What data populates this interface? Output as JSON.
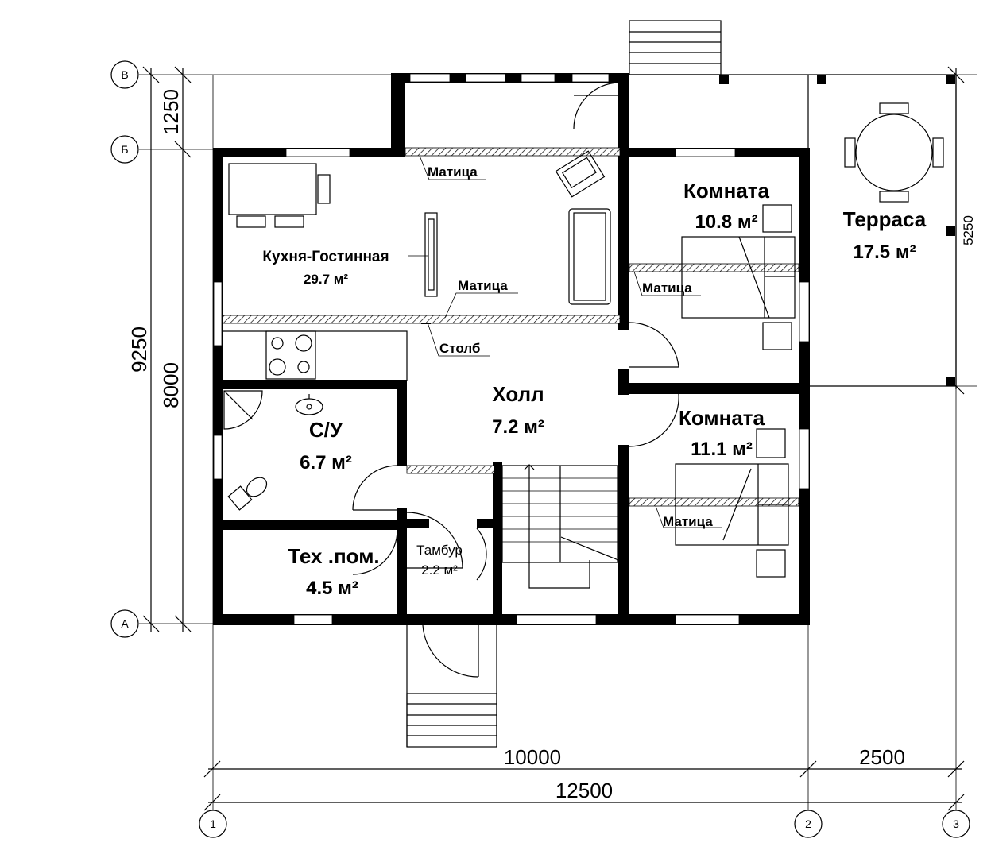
{
  "rooms": {
    "kitchen": {
      "name": "Кухня-Гостинная",
      "area": "29.7 м²"
    },
    "room1": {
      "name": "Комната",
      "area": "10.8 м²"
    },
    "terrace": {
      "name": "Терраса",
      "area": "17.5 м²"
    },
    "hall": {
      "name": "Холл",
      "area": "7.2 м²"
    },
    "room2": {
      "name": "Комната",
      "area": "11.1 м²"
    },
    "bathroom": {
      "name": "С/У",
      "area": "6.7 м²"
    },
    "tech": {
      "name": "Тех .пом.",
      "area": "4.5 м²"
    },
    "vestibule": {
      "name": "Тамбур",
      "area": "2.2 м²"
    }
  },
  "labels": {
    "beam": "Матица",
    "column": "Столб"
  },
  "dimensions": {
    "bottom_inner": "10000",
    "bottom_terrace": "2500",
    "bottom_total": "12500",
    "left_top": "1250",
    "left_total": "9250",
    "left_main": "8000",
    "right_terrace": "5250"
  },
  "axes": {
    "rows": [
      "В",
      "Б",
      "А"
    ],
    "cols": [
      "1",
      "2",
      "3"
    ]
  }
}
